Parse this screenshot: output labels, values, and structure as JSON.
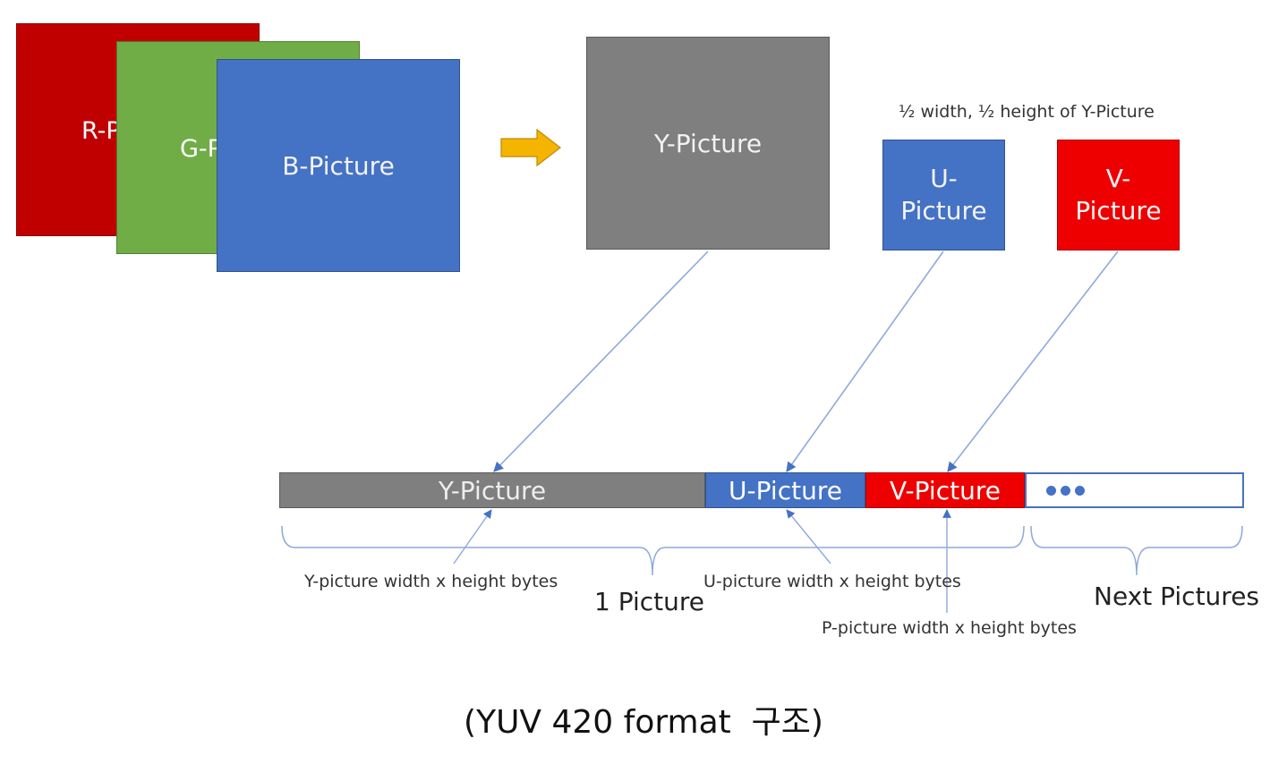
{
  "rgb_planes": {
    "r_label": "R-P",
    "g_label": "G-P",
    "b_label": "B-Picture"
  },
  "yuv_planes": {
    "y_label": "Y-Picture",
    "u_label_line1": "U-",
    "u_label_line2": "Picture",
    "v_label_line1": "V-",
    "v_label_line2": "Picture",
    "size_note": "½ width, ½ height of Y-Picture"
  },
  "buffer": {
    "y_segment": "Y-Picture",
    "u_segment": "U-Picture",
    "v_segment": "V-Picture"
  },
  "annotations": {
    "y_bytes": "Y-picture width x height bytes",
    "u_bytes": "U-picture width x height bytes",
    "p_bytes": "P-picture width x height bytes",
    "one_picture": "1 Picture",
    "next_pictures": "Next Pictures"
  },
  "caption": "(YUV 420 format  구조)",
  "colors": {
    "red": "#c00000",
    "green": "#70ad47",
    "blue": "#4472c4",
    "gray": "#7f7f7f",
    "bright_red": "#ee0000",
    "arrow": "#f5b400",
    "line": "#8ea9db"
  }
}
